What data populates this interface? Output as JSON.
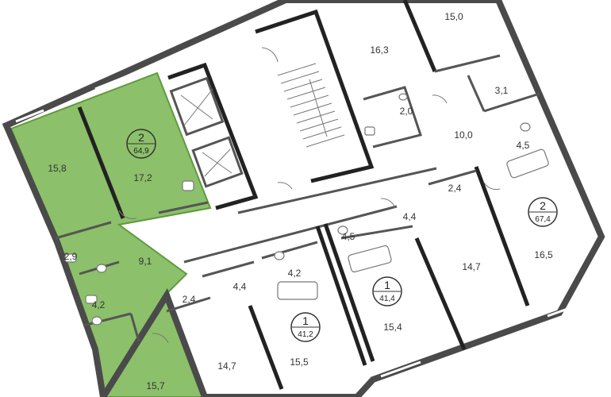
{
  "colors": {
    "selected_fill": "#8cc06a",
    "selected_edge": "#5f9a3e",
    "wall": "#4a4a4a",
    "background": "#ffffff"
  },
  "rooms": {
    "r15_8": "15,8",
    "r17_2": "17,2",
    "r2_9": "2,9",
    "r9_1": "9,1",
    "r4_2_left": "4,2",
    "r15_7": "15,7",
    "r16_3": "16,3",
    "r15_0": "15,0",
    "r3_1": "3,1",
    "r2_0": "2,0",
    "r10_0": "10,0",
    "r4_5_right": "4,5",
    "r2_4_right": "2,4",
    "r4_4_mid": "4,4",
    "r4_5_mid": "4,5",
    "r14_7_right": "14,7",
    "r16_5": "16,5",
    "r4_2_mid": "4,2",
    "r4_4_left": "4,4",
    "r2_4_left": "2,4",
    "r15_4": "15,4",
    "r14_7_left": "14,7",
    "r15_5": "15,5"
  },
  "apartments": {
    "a": {
      "rooms": "2",
      "area": "64,9"
    },
    "b": {
      "rooms": "2",
      "area": "67,4"
    },
    "c": {
      "rooms": "1",
      "area": "41,4"
    },
    "d": {
      "rooms": "1",
      "area": "41,2"
    }
  }
}
